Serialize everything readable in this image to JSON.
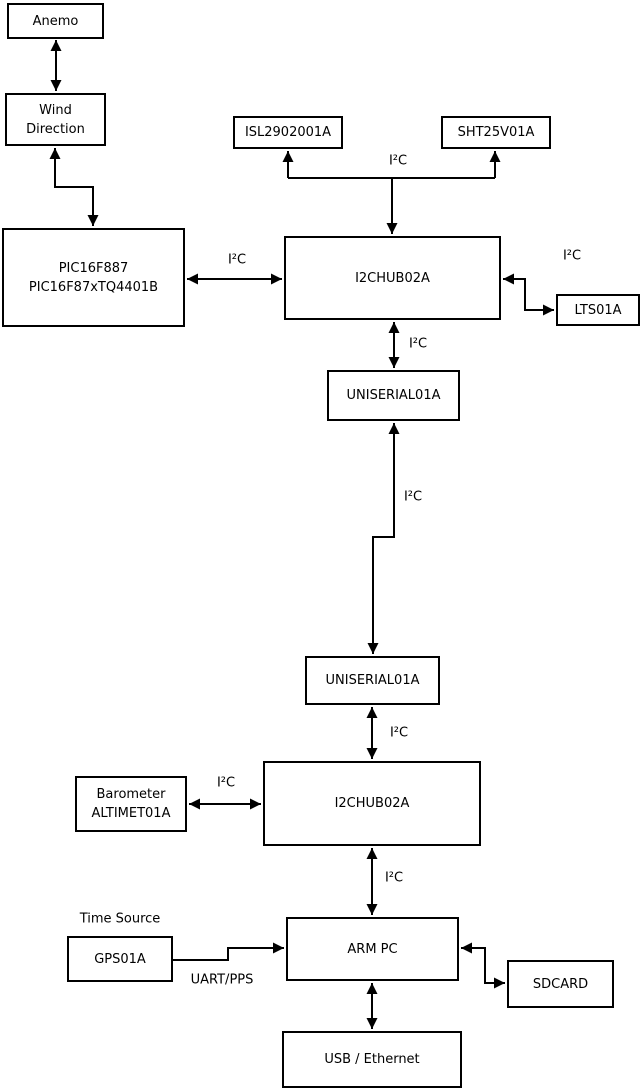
{
  "nodes": {
    "anemo": {
      "label": "Anemo"
    },
    "wind_direction": {
      "line1": "Wind",
      "line2": "Direction"
    },
    "pic": {
      "line1": "PIC16F887",
      "line2": "PIC16F87xTQ4401B"
    },
    "isl": {
      "label": "ISL2902001A"
    },
    "sht": {
      "label": "SHT25V01A"
    },
    "i2chub_top": {
      "label": "I2CHUB02A"
    },
    "lts": {
      "label": "LTS01A"
    },
    "uniserial_upper": {
      "label": "UNISERIAL01A"
    },
    "uniserial_lower": {
      "label": "UNISERIAL01A"
    },
    "i2chub_bottom": {
      "label": "I2CHUB02A"
    },
    "barometer": {
      "line1": "Barometer",
      "line2": "ALTIMET01A"
    },
    "gps": {
      "label": "GPS01A"
    },
    "arm_pc": {
      "label": "ARM PC"
    },
    "sdcard": {
      "label": "SDCARD"
    },
    "usb_ethernet": {
      "label": "USB / Ethernet"
    }
  },
  "edge_labels": {
    "i2c_sensor_bus": "I²C",
    "i2c_pic_hub": "I²C",
    "i2c_hub_lts": "I²C",
    "i2c_hub_uniserial": "I²C",
    "i2c_uniserial_link": "I²C",
    "i2c_uniserial_hub2": "I²C",
    "i2c_barometer_hub": "I²C",
    "i2c_hub_armpc": "I²C",
    "time_source": "Time Source",
    "uart_pps": "UART/PPS"
  },
  "colors": {
    "background": "#ffffff",
    "line": "#000000",
    "text": "#000000"
  }
}
